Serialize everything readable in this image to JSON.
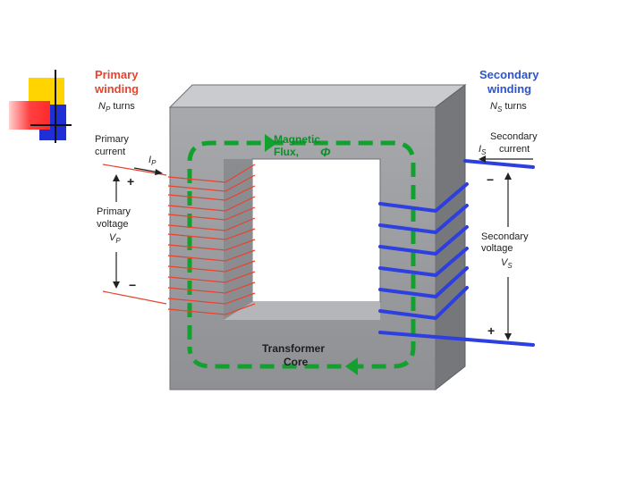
{
  "labels": {
    "primary_winding_line1": "Primary",
    "primary_winding_line2": "winding",
    "primary_turns_symbol": "N",
    "primary_turns_sub": "P",
    "primary_turns_suffix": " turns",
    "primary_current_line1": "Primary",
    "primary_current_line2": "current",
    "primary_current_symbol": "I",
    "primary_current_sub": "P",
    "primary_voltage_line1": "Primary",
    "primary_voltage_line2": "voltage",
    "primary_voltage_symbol": "V",
    "primary_voltage_sub": "P",
    "primary_plus": "+",
    "primary_minus": "−",
    "secondary_winding_line1": "Secondary",
    "secondary_winding_line2": "winding",
    "secondary_turns_symbol": "N",
    "secondary_turns_sub": "S",
    "secondary_turns_suffix": " turns",
    "secondary_current_line1": "Secondary",
    "secondary_current_line2": "current",
    "secondary_current_symbol": "I",
    "secondary_current_sub": "S",
    "secondary_voltage_line1": "Secondary",
    "secondary_voltage_line2": "voltage",
    "secondary_voltage_symbol": "V",
    "secondary_voltage_sub": "S",
    "secondary_minus": "−",
    "secondary_plus": "+",
    "flux_line1": "Magnetic",
    "flux_line2": "Flux,",
    "flux_symbol": "Φ",
    "core_line1": "Transformer",
    "core_line2": "Core"
  },
  "colors": {
    "primary_wire": "#e8432e",
    "secondary_wire": "#2e3fe0",
    "flux": "#12a12f",
    "core_front": "#9a9ca0",
    "core_top": "#c9cbcf",
    "core_side": "#75777b",
    "deco_yellow": "#ffd400",
    "deco_red": "#ff2a2a",
    "deco_blue": "#1f2fd6"
  }
}
